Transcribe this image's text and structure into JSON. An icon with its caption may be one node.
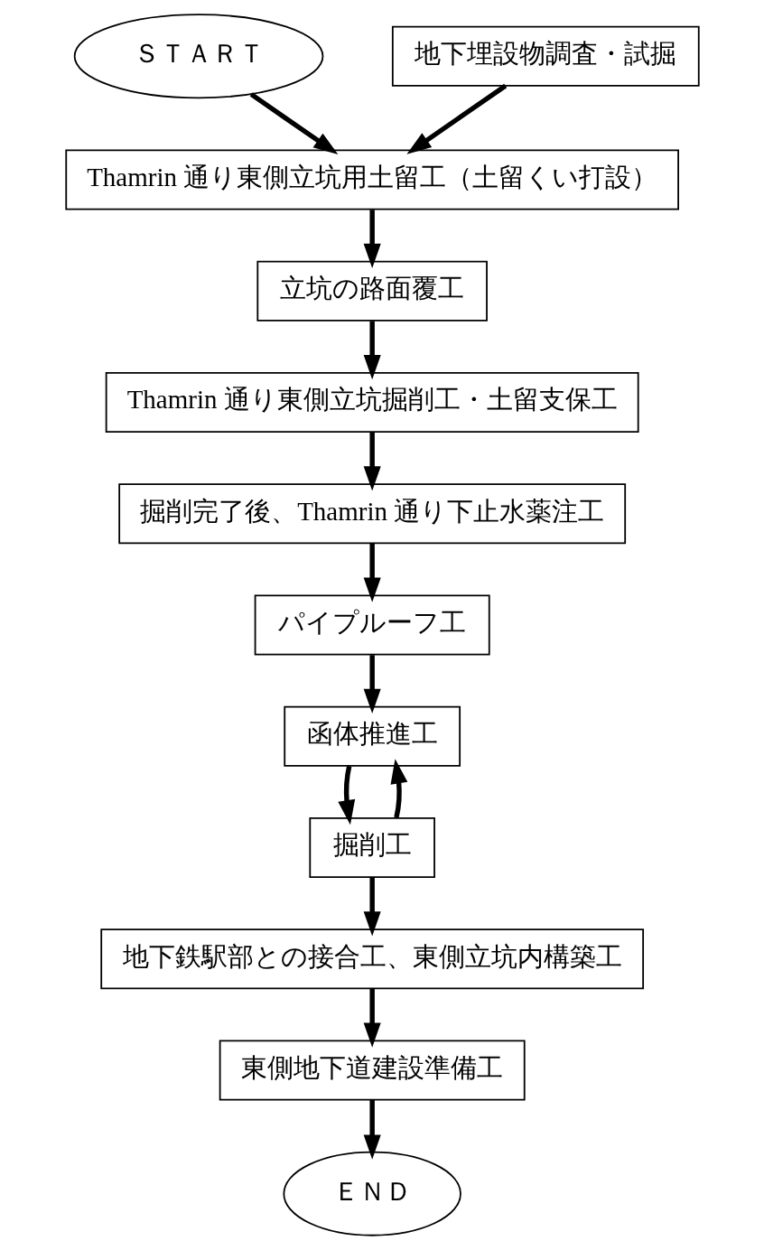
{
  "diagram": {
    "nodes": [
      {
        "text": [
          "ＳＴＡＲＴ"
        ]
      },
      {
        "text": [
          "地下埋設物調査・試掘"
        ]
      },
      {
        "text": [
          "Thamrin 通り東側立坑用土留工（土留くい打設）"
        ]
      },
      {
        "text": [
          "立坑の路面覆工"
        ]
      },
      {
        "text": [
          "Thamrin 通り東側立坑掘削工・土留支保工"
        ]
      },
      {
        "text": [
          "掘削完了後、Thamrin 通り下止水薬注工"
        ]
      },
      {
        "text": [
          "パイプルーフ工"
        ]
      },
      {
        "text": [
          "函体推進工"
        ]
      },
      {
        "text": [
          "掘削工"
        ]
      },
      {
        "text": [
          "地下鉄駅部との接合工、東側立坑内構築工"
        ]
      },
      {
        "text": [
          "東側地下道建設準備工"
        ]
      },
      {
        "text": [
          "ＥＮＤ"
        ]
      }
    ],
    "edges": [
      {
        "from": 0,
        "to": 2,
        "arrow": "to"
      },
      {
        "from": 1,
        "to": 2,
        "arrow": "to"
      },
      {
        "from": 2,
        "to": 3,
        "arrow": "to"
      },
      {
        "from": 3,
        "to": 4,
        "arrow": "to"
      },
      {
        "from": 4,
        "to": 5,
        "arrow": "to"
      },
      {
        "from": 5,
        "to": 6,
        "arrow": "to"
      },
      {
        "from": 6,
        "to": 7,
        "arrow": "to"
      },
      {
        "from": 7,
        "to": 8,
        "arrow": "to"
      },
      {
        "from": 8,
        "to": 7,
        "arrow": "to"
      },
      {
        "from": 8,
        "to": 9,
        "arrow": "to"
      },
      {
        "from": 9,
        "to": 10,
        "arrow": "to"
      },
      {
        "from": 10,
        "to": 11,
        "arrow": "to"
      }
    ]
  }
}
